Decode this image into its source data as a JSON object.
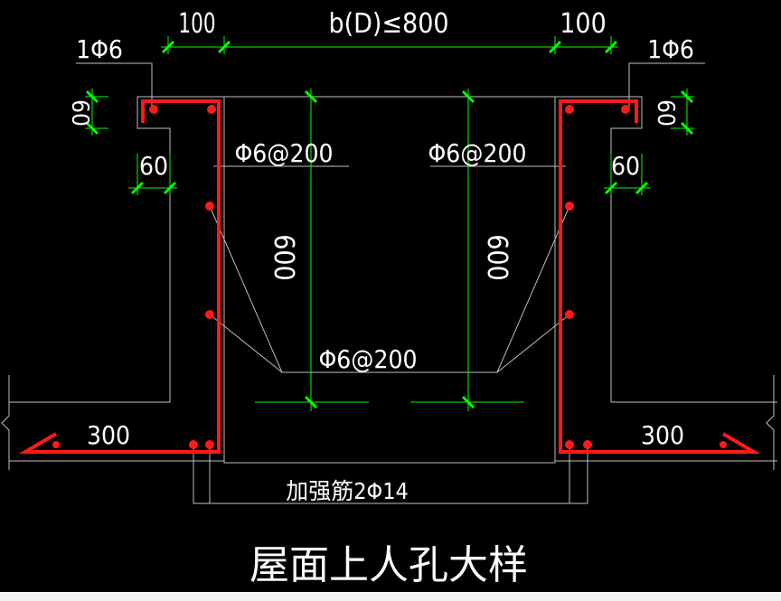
{
  "drawing": {
    "title": "屋面上人孔大样",
    "labels": {
      "width_left": "100",
      "width_center": "b(D)≤800",
      "width_right": "100",
      "bar_left": "1Φ6",
      "bar_right": "1Φ6",
      "sixty_left_vertical": "60",
      "sixty_right_vertical": "60",
      "sixty_left": "60",
      "sixty_right": "60",
      "spacing_left": "Φ6@200",
      "spacing_right": "Φ6@200",
      "spacing_bottom": "Φ6@200",
      "height_left": "600",
      "height_right": "600",
      "slab_left": "300",
      "slab_right": "300",
      "reinforcement": "加强筋2Φ14"
    }
  },
  "colors": {
    "background": "#000000",
    "rebar": "#ff1a1a",
    "dimension": "#00ff00",
    "outline": "#bfbfbf",
    "text": "#ffffff"
  }
}
